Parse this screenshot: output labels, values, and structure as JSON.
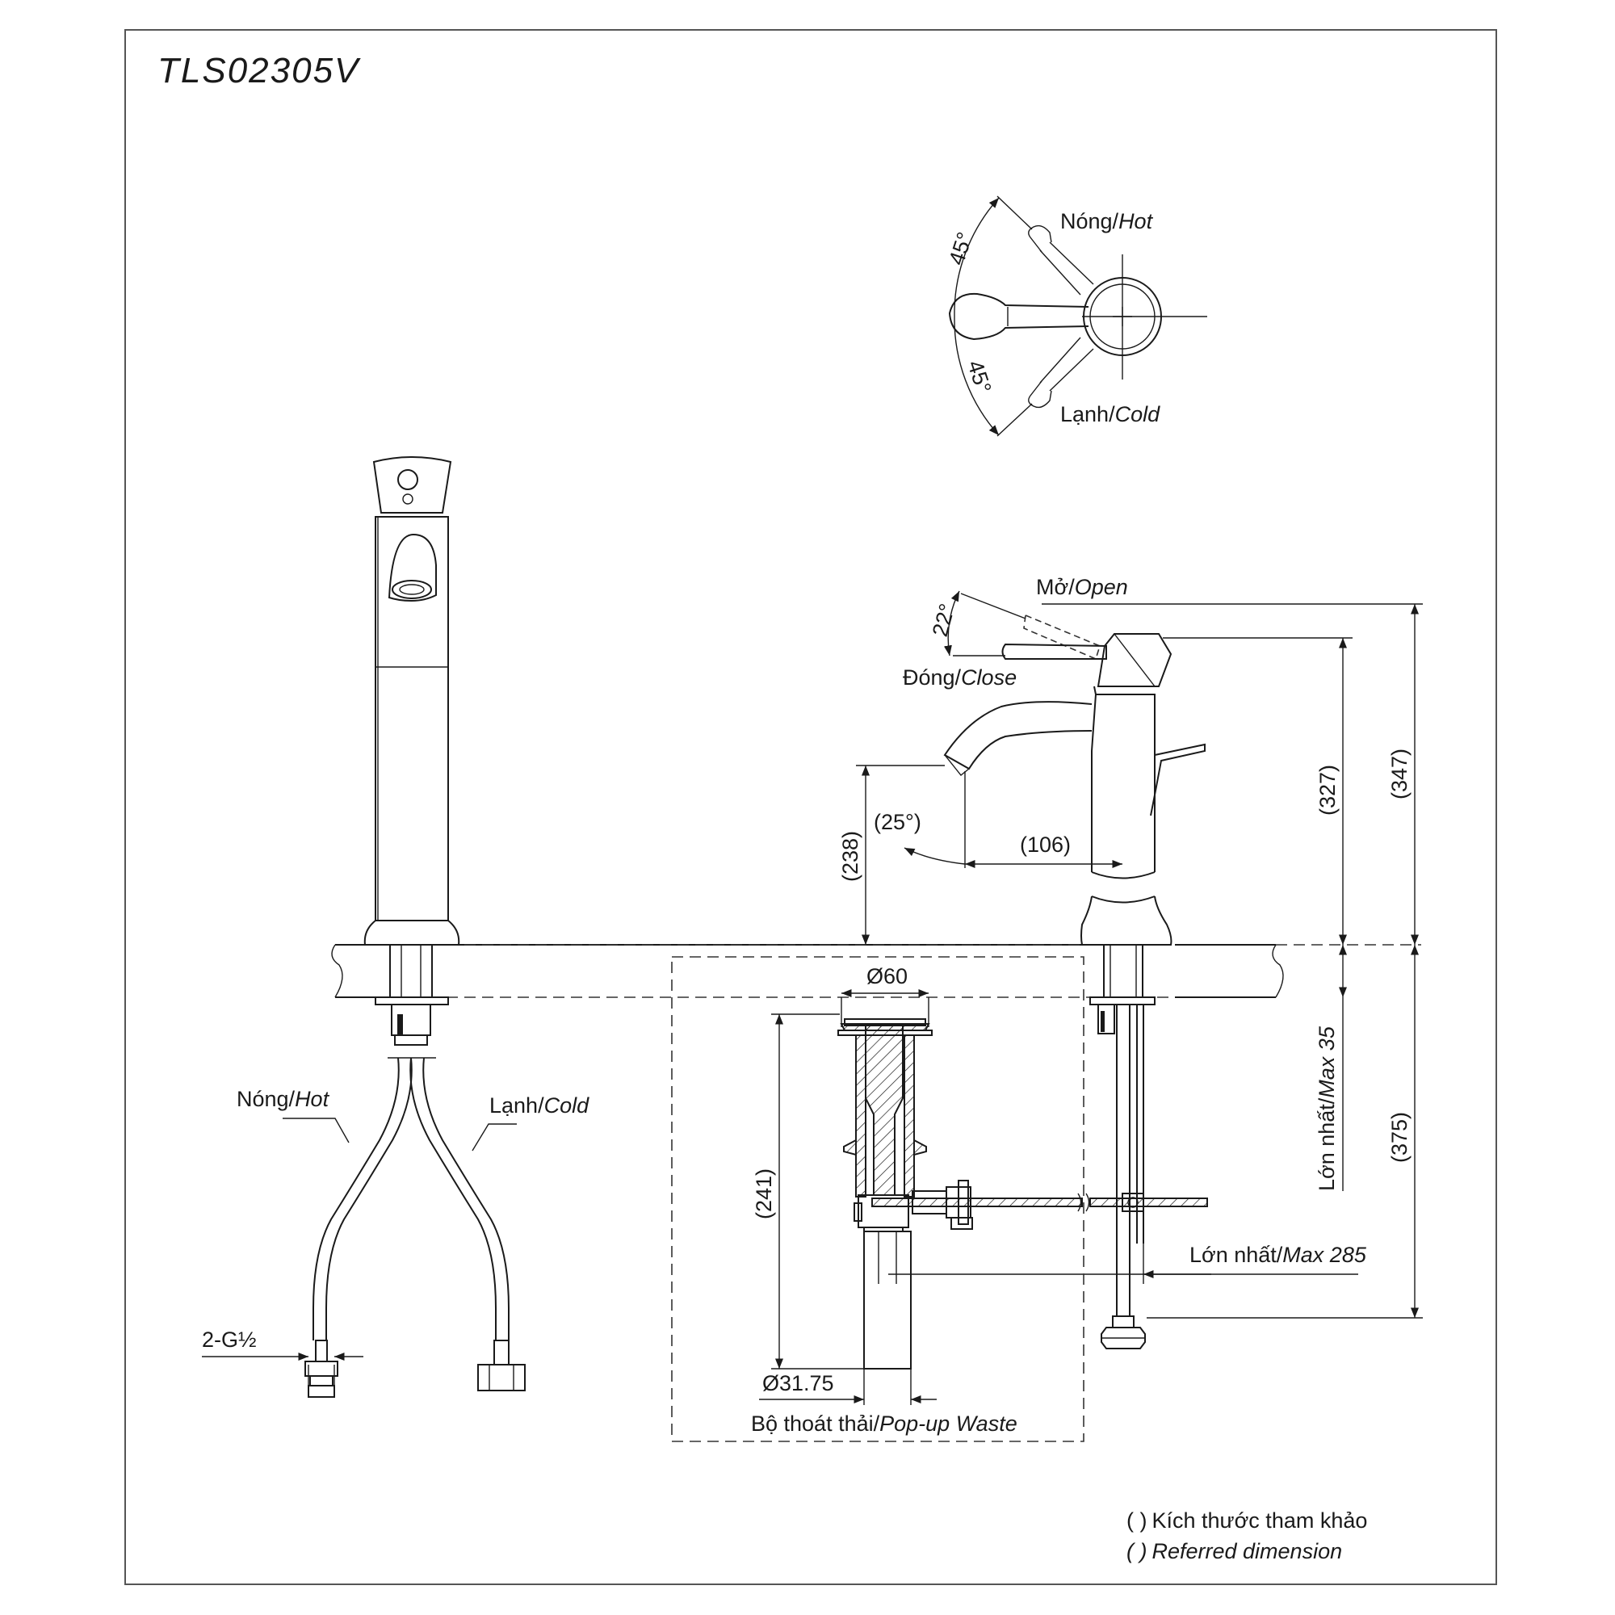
{
  "title": "TLS02305V",
  "handle_top_view": {
    "hot_label_vi": "Nóng/",
    "hot_label_en": "Hot",
    "cold_label_vi": "Lạnh/",
    "cold_label_en": "Cold",
    "angle_upper": "45°",
    "angle_lower": "45°"
  },
  "side_view": {
    "open_label_vi": "Mở/",
    "open_label_en": "Open",
    "close_label_vi": "Đóng/",
    "close_label_en": "Close",
    "lever_angle": "22°",
    "spout_angle": "(25°)",
    "spout_reach": "(106)",
    "spout_height": "(238)",
    "body_height": "(327)",
    "total_height": "(347)",
    "below_counter": "(375)",
    "max_thickness_vi": "Lớn nhất/",
    "max_thickness_en": "Max 35",
    "max_length_vi": "Lớn nhất/",
    "max_length_en": "Max 285"
  },
  "front_view": {
    "hot_label_vi": "Nóng/",
    "hot_label_en": "Hot",
    "cold_label_vi": "Lạnh/",
    "cold_label_en": "Cold",
    "thread_spec": "2-G½"
  },
  "popup_waste": {
    "top_diameter": "Ø60",
    "length": "(241)",
    "tail_diameter": "Ø31.75",
    "caption_vi": "Bộ thoát thải/",
    "caption_en": "Pop-up Waste"
  },
  "legend": {
    "vi_symbol": "(   )",
    "vi_text": "Kích thước tham khảo",
    "en_symbol": "(   )",
    "en_text": "Referred dimension"
  }
}
